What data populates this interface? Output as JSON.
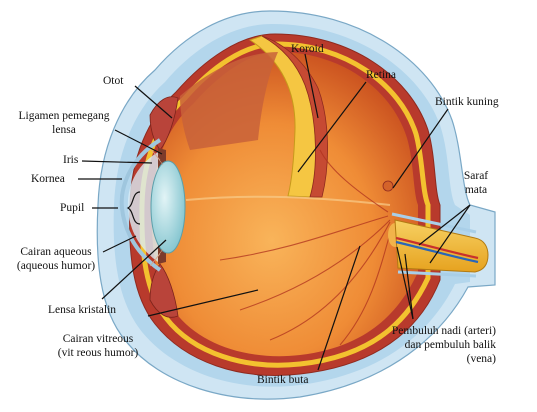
{
  "labels": {
    "koroid": "Koroid",
    "otot": "Otot",
    "retina": "Retina",
    "bintik_kuning": "Bintik kuning",
    "ligamen_line1": "Ligamen pemegang",
    "ligamen_line2": "lensa",
    "iris": "Iris",
    "kornea": "Kornea",
    "saraf_line1": "Saraf",
    "saraf_line2": "mata",
    "pupil": "Pupil",
    "aqueous_line1": "Cairan  aqueous",
    "aqueous_line2": "(aqueous humor)",
    "lensa": "Lensa kristalin",
    "vitreous_line1": "Cairan  vitreous",
    "vitreous_line2": "(vit reous humor)",
    "pembuluh_line1": "Pembuluh nadi (arteri)",
    "pembuluh_line2": "dan pembuluh balik",
    "pembuluh_line3": "(vena)",
    "bintik_buta": "Bintik  buta"
  },
  "colors": {
    "sclera_outer": "#c9e2f2",
    "sclera_inner": "#a9cfe8",
    "choroid": "#b8352a",
    "retina_yellow": "#f2c12e",
    "vitreous_light": "#f6a24a",
    "vitreous_dark": "#d0541d",
    "lens": "#9fd4dc",
    "nerve": "#f0b830",
    "vessel_blue": "#2a66b8",
    "vessel_red": "#c9302c"
  }
}
